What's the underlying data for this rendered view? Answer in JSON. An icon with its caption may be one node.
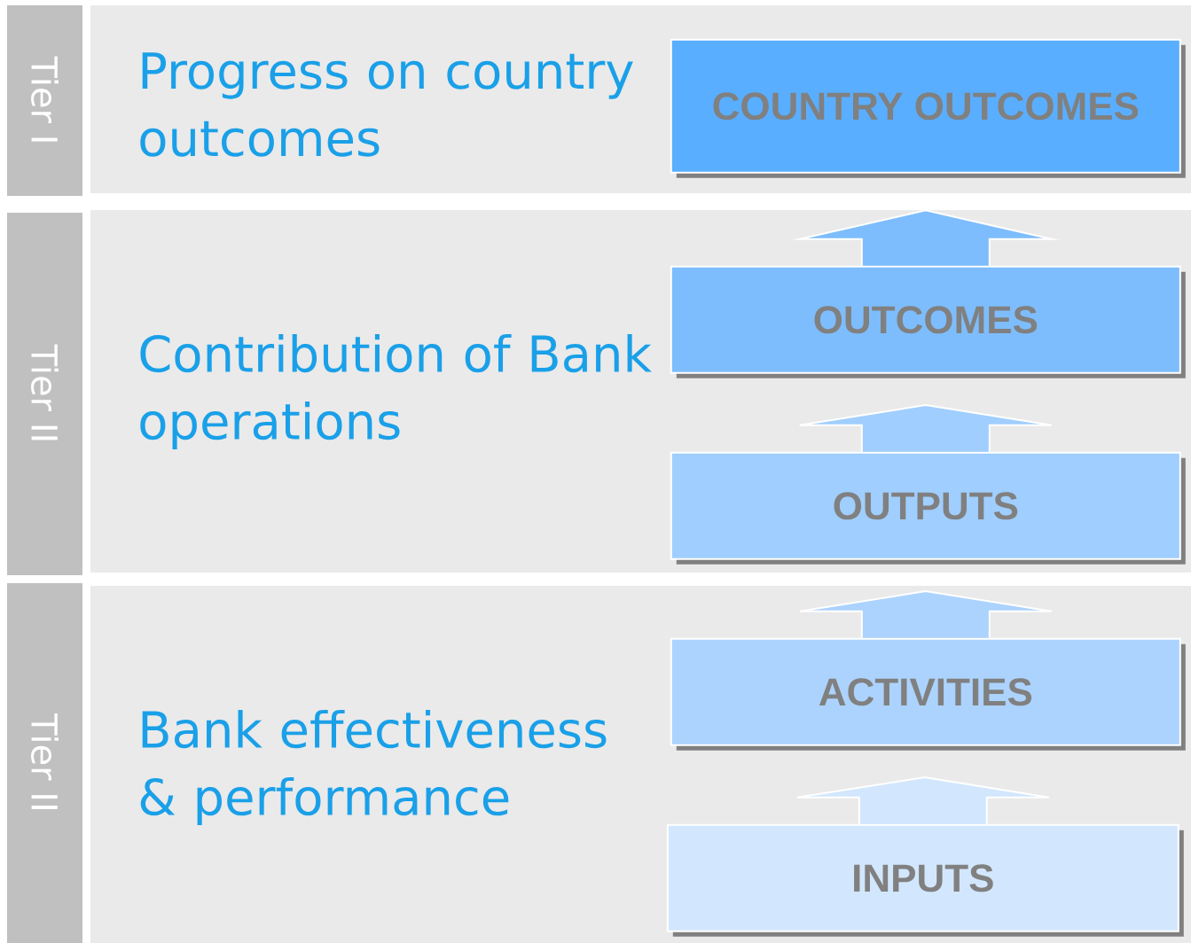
{
  "diagram": {
    "nodes": [
      {
        "text": [
          "Tier I"
        ]
      },
      {
        "text": [
          "Progress on country outcomes"
        ]
      },
      {
        "text": [
          "COUNTRY OUTCOMES"
        ],
        "in": 1
      },
      {
        "text": [
          "Tier II"
        ]
      },
      {
        "text": [
          "Contribution of Bank operations"
        ]
      },
      {
        "text": [
          "OUTCOMES"
        ],
        "in": 4
      },
      {
        "text": [
          "OUTPUTS"
        ],
        "in": 4
      },
      {
        "text": [
          "Tier II"
        ]
      },
      {
        "text": [
          "Bank effectiveness & performance"
        ]
      },
      {
        "text": [
          "ACTIVITIES"
        ],
        "in": 8
      },
      {
        "text": [
          "INPUTS"
        ],
        "in": 8
      }
    ],
    "edges": [
      {
        "from": 5,
        "to": 2,
        "arrow": "to"
      },
      {
        "from": 6,
        "to": 5,
        "arrow": "to"
      },
      {
        "from": 9,
        "to": 6,
        "arrow": "to"
      },
      {
        "from": 10,
        "to": 9,
        "arrow": "to"
      }
    ]
  }
}
